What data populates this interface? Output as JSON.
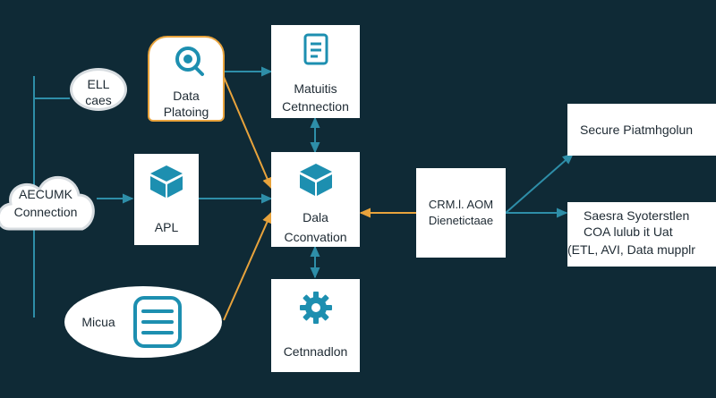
{
  "nodes": {
    "etl_case": {
      "line1": "ELL",
      "line2": "caes"
    },
    "data_planning": {
      "line1": "Data",
      "line2": "Platoing"
    },
    "matching_connection": {
      "line1": "Matuitis",
      "line2": "Cetnnection"
    },
    "cloud_connection": {
      "line1": "AECUMK",
      "line2": "Connection"
    },
    "apl": {
      "label": "APL"
    },
    "data_conversion": {
      "line1": "Dala",
      "line2": "Cconvation"
    },
    "crm_adm": {
      "line1": "CRM.l. AOM",
      "line2": "Dienetictaae"
    },
    "micro": {
      "label": "Micua"
    },
    "cetnnadion": {
      "label": "Cetnnadlon"
    },
    "secure_platform": {
      "label": "Secure Piatmhgolun"
    },
    "secure_system": {
      "line1": "Saesra Syoterstlen",
      "line2": "COA lulub it Uat",
      "line3": "(ETL, AVI, Data mupplr"
    }
  },
  "colors": {
    "background": "#0f2a36",
    "teal_arrow": "#2e8ea8",
    "orange_arrow": "#e8a33c",
    "icon_teal": "#1d8fb0",
    "node_fill": "#ffffff",
    "text": "#1e2a33"
  }
}
